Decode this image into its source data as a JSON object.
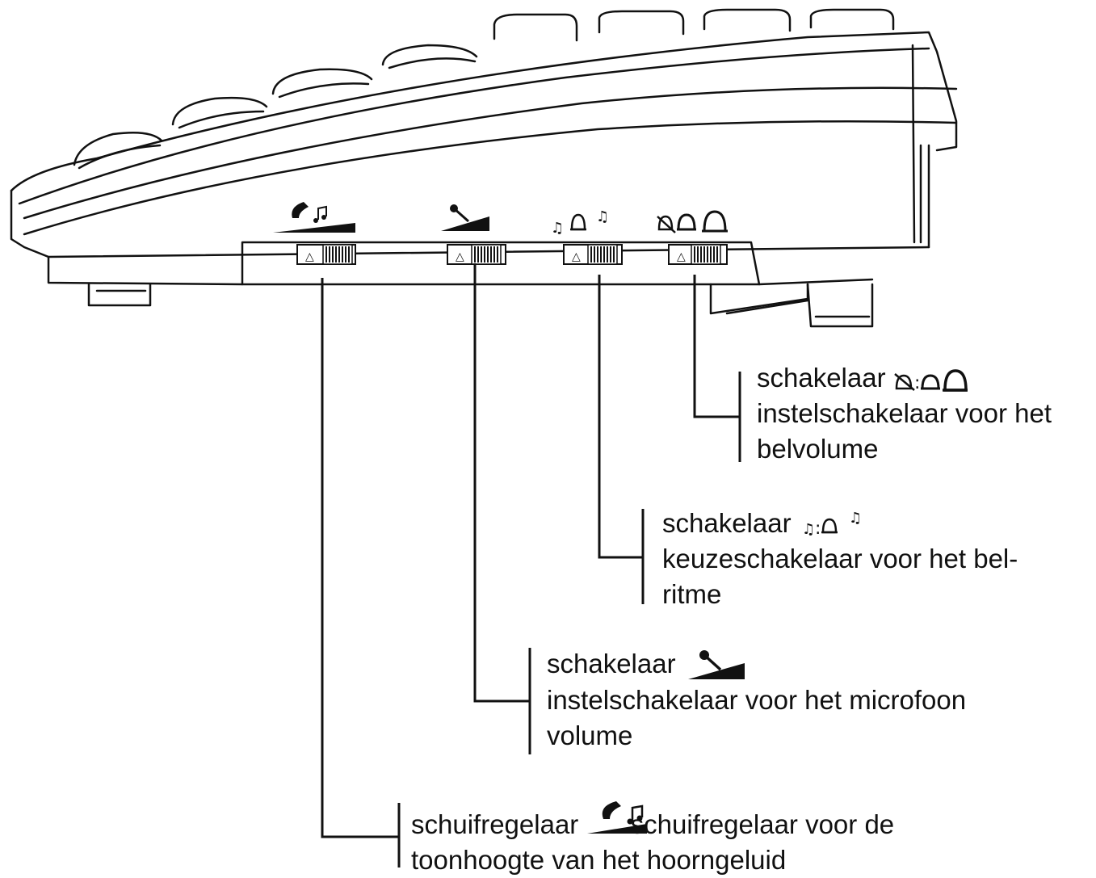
{
  "callouts": {
    "bell_volume": {
      "line1": "schakelaar",
      "line2": "instelschakelaar voor het",
      "line3": "belvolume",
      "icon": "bell-mute-low-high-icon"
    },
    "ring_melody": {
      "line1": "schakelaar",
      "line2": "keuzeschakelaar voor het bel-",
      "line3": "ritme",
      "icon": "note-bell-note-icon"
    },
    "mic_volume": {
      "line1": "schakelaar",
      "line2": "instelschakelaar voor het microfoon",
      "line3": "volume",
      "icon": "microphone-wedge-icon"
    },
    "handset_tone": {
      "line1_a": "schuifregelaar",
      "line1_b": "schuifregelaar voor de",
      "line2": "toonhoogte van het hoorngeluid",
      "icon": "handset-note-wedge-icon"
    }
  },
  "colors": {
    "ink": "#111111",
    "background": "#ffffff"
  }
}
